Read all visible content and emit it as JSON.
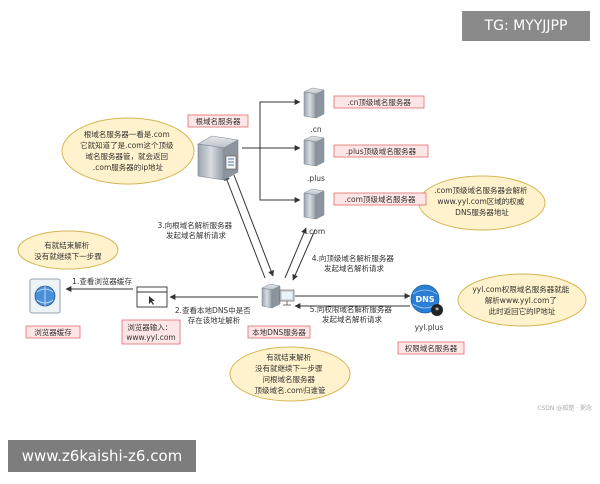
{
  "watermarks": {
    "top": "TG: MYYJJPP",
    "bottom": "www.z6kaishi-z6.com",
    "credit": "CSDN @孤楚 · 粥念"
  },
  "nodes": {
    "root": "根域名服务器",
    "tld_cn": ".cn顶级域名服务器",
    "tld_plus": ".plus顶级域名服务器",
    "tld_com": ".com顶级域名服务器",
    "label_cn": ".cn",
    "label_plus": ".plus",
    "label_com": ".com",
    "browser_cache": "浏览器缓存",
    "browser_input": [
      "浏览器输入：",
      "www.yyl.com"
    ],
    "local_dns": "本地DNS服务器",
    "auth_label": "yyl.plus",
    "auth": "权限域名服务器",
    "dns_badge": "DNS"
  },
  "steps": {
    "s1": "1.查看浏览器缓存",
    "s2": [
      "2.查看本地DNS中是否",
      "存在该地址解析"
    ],
    "s3": [
      "3.向根域名解析服务器",
      "发起域名解析请求"
    ],
    "s4": [
      "4.向顶级域名解析服务器",
      "发起域名解析请求"
    ],
    "s5": [
      "5.向权限域名解析服务器",
      "发起域名解析请求"
    ]
  },
  "clouds": {
    "c1": [
      "根域名服务器一看是.com",
      "它就知道了是.com这个顶级",
      "域名服务器管，就会返回",
      ".com服务器的ip地址"
    ],
    "c2": [
      "有就结束解析",
      "没有就继续下一步骤"
    ],
    "c3": [
      ".com顶级域名服务器会解析",
      "www.yyl.com区域的权威",
      "DNS服务器地址"
    ],
    "c4": [
      "yyl.com权限域名服务器就能",
      "解析www.yyl.com了",
      "此时返回它的IP地址"
    ],
    "c5": [
      "有就结束解析",
      "没有就继续下一步骤",
      "问根域名服务器",
      "顶级域名.com归谁管"
    ]
  },
  "colors": {
    "label_fill": "#ffe6e6",
    "label_stroke": "#e26b6b",
    "cloud_fill": "#fff2cc",
    "cloud_stroke": "#d6b656",
    "arrow": "#333333",
    "dns_blue": "#2a7fd4"
  }
}
